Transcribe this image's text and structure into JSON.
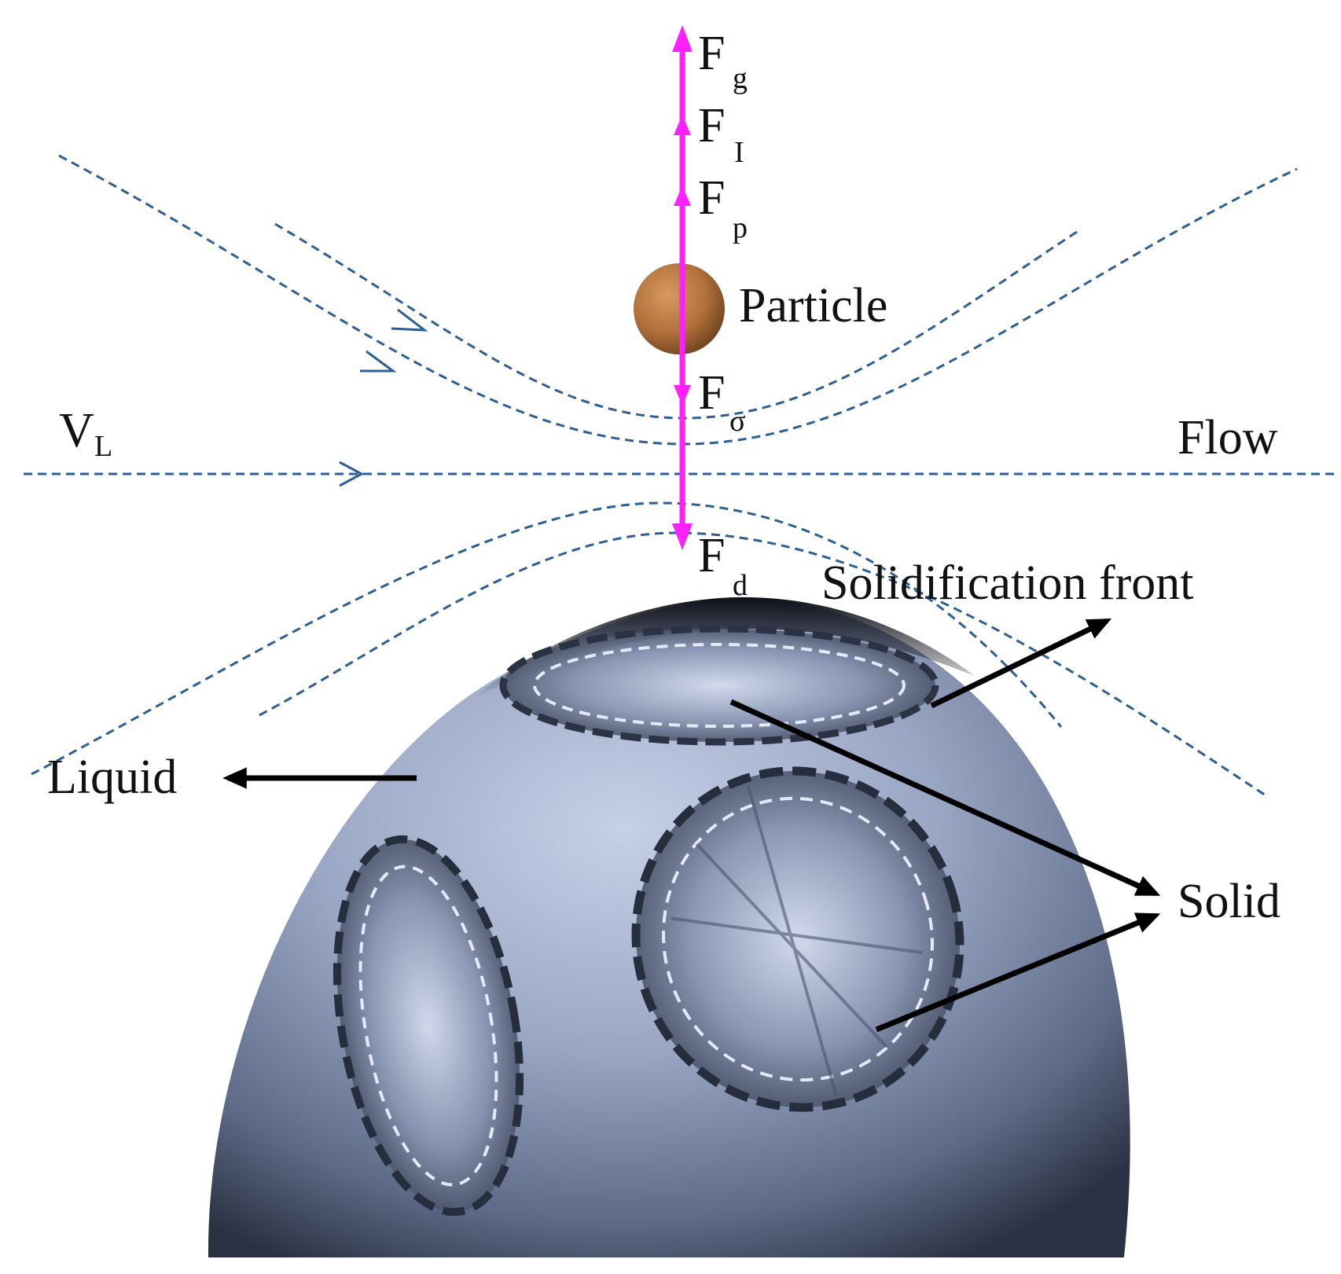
{
  "colors": {
    "streamline": "#2c5f96",
    "force_arrow": "#ff1fff",
    "particle": "#b0703a",
    "solid_body": "#4a5670",
    "solid_highlight": "#c2cde6",
    "label_arrow": "#000000"
  },
  "labels": {
    "particle": "Particle",
    "flow": "Flow",
    "solidification_front": "Solidification front",
    "liquid": "Liquid",
    "solid": "Solid",
    "velocity": {
      "main": "V",
      "sub": "L"
    }
  },
  "forces": [
    {
      "id": "fg",
      "main": "F",
      "sub": "g",
      "direction": "up"
    },
    {
      "id": "fi",
      "main": "F",
      "sub": "I",
      "direction": "up"
    },
    {
      "id": "fp",
      "main": "F",
      "sub": "p",
      "direction": "up"
    },
    {
      "id": "fsigma",
      "main": "F",
      "sub": "σ",
      "direction": "down"
    },
    {
      "id": "fd",
      "main": "F",
      "sub": "d",
      "direction": "down"
    }
  ],
  "icons": {
    "particle": "particle-sphere-icon",
    "solid_body": "solid-dendrite-dome-icon"
  }
}
